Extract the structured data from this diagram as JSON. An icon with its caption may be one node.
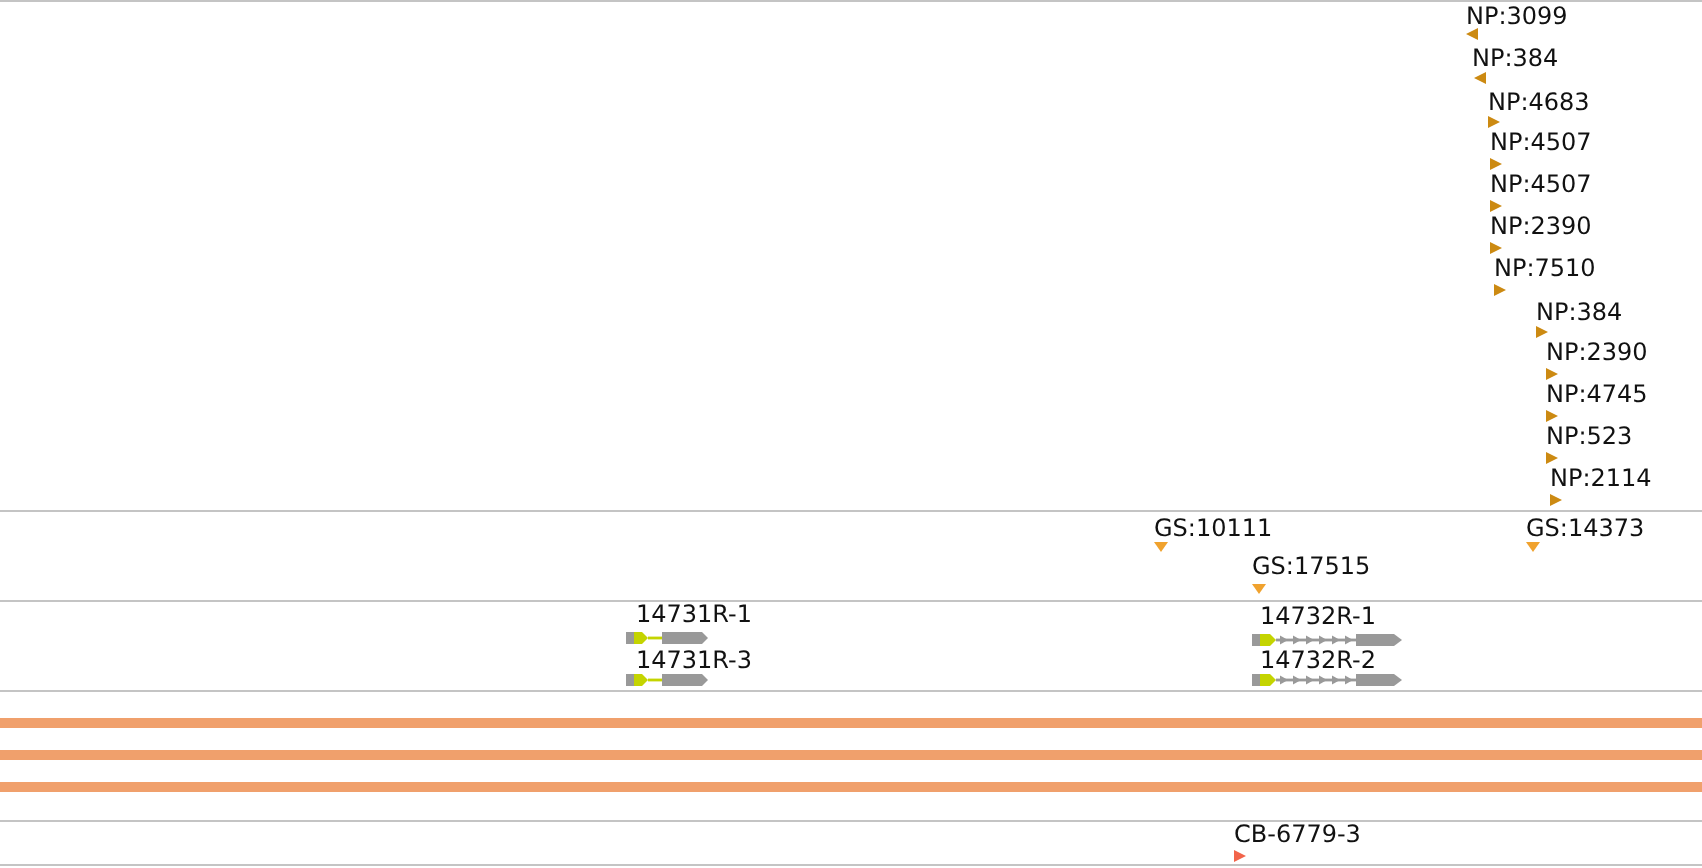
{
  "diagram": {
    "labels": [
      "NP:3099",
      "NP:384",
      "NP:4683",
      "NP:4507",
      "NP:4507",
      "NP:2390",
      "NP:7510",
      "NP:384",
      "NP:2390",
      "NP:4745",
      "NP:523",
      "NP:2114",
      "GS:10111",
      "GS:14373",
      "GS:17515",
      "14731R-1",
      "14732R-1",
      "14731R-3",
      "14732R-2",
      "CB-6779-3"
    ]
  }
}
